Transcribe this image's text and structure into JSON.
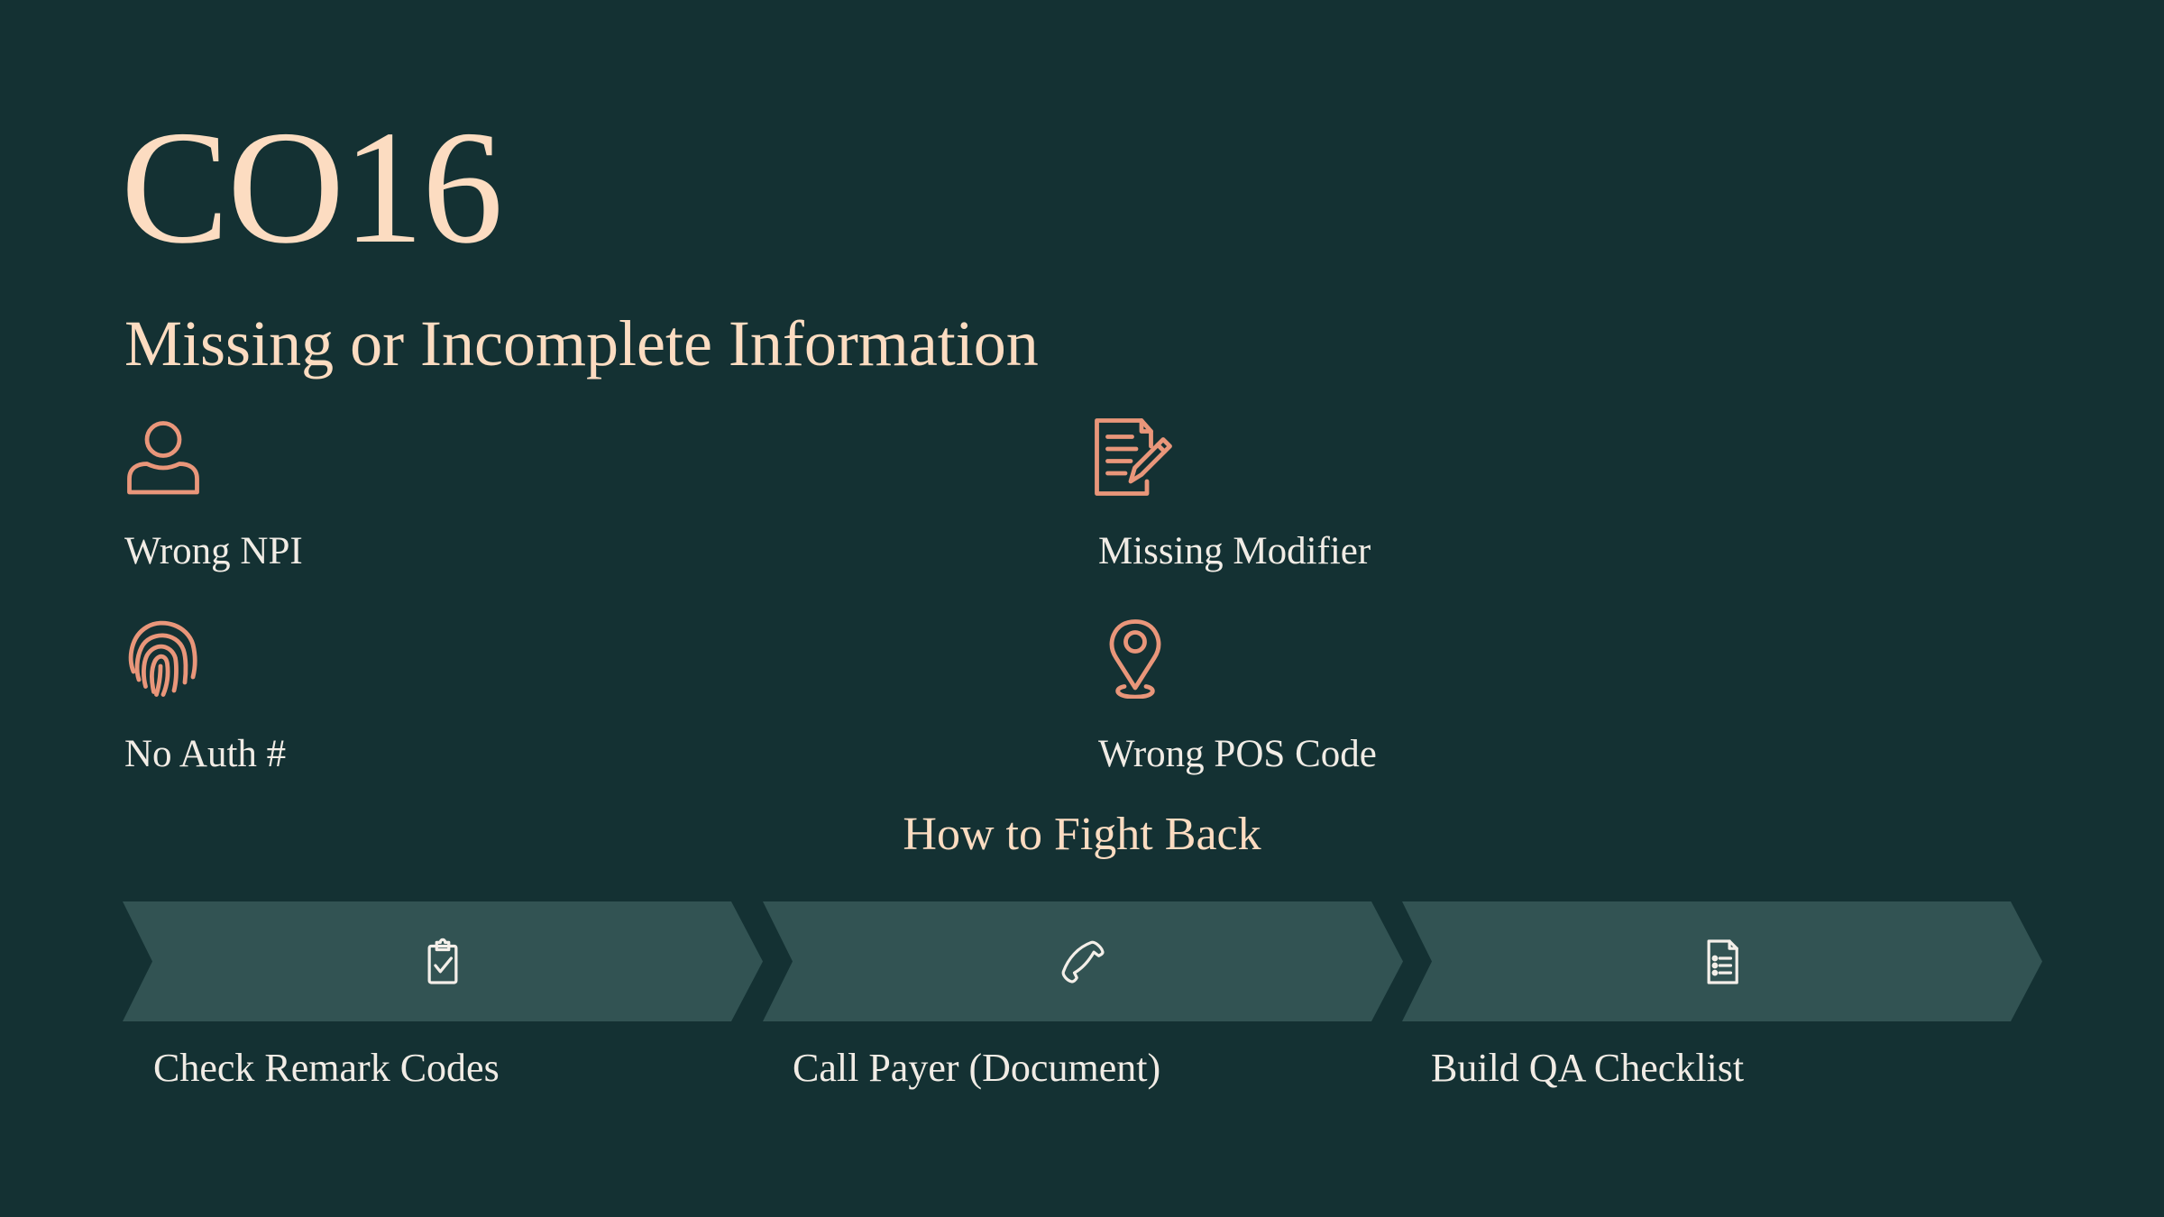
{
  "slide": {
    "title": "CO16",
    "subtitle": "Missing or Incomplete Information",
    "accent_color": "#e9967a",
    "background_color": "#143133"
  },
  "issues": [
    {
      "label": "Wrong NPI",
      "icon": "person-icon"
    },
    {
      "label": "Missing Modifier",
      "icon": "document-edit-icon"
    },
    {
      "label": "No Auth #",
      "icon": "fingerprint-icon"
    },
    {
      "label": "Wrong POS Code",
      "icon": "location-pin-icon"
    }
  ],
  "fight_back": {
    "heading": "How to Fight Back",
    "steps": [
      {
        "label": "Check Remark Codes",
        "icon": "clipboard-check-icon"
      },
      {
        "label": "Call Payer (Document)",
        "icon": "phone-icon"
      },
      {
        "label": "Build QA Checklist",
        "icon": "checklist-document-icon"
      }
    ]
  }
}
